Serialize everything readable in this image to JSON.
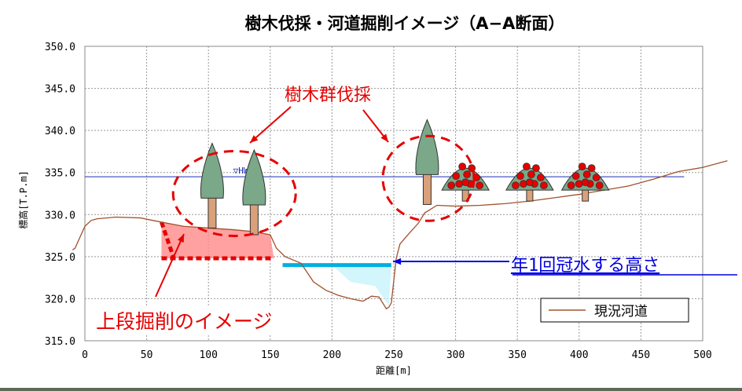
{
  "chart_data": {
    "type": "line",
    "title": "樹木伐採・河道掘削イメージ（A−A断面）",
    "xlabel": "距離[m]",
    "ylabel": "標高[T.P.m]",
    "xlim": [
      0,
      500
    ],
    "ylim": [
      315,
      350
    ],
    "x_ticks": [
      "0",
      "50",
      "100",
      "150",
      "200",
      "250",
      "300",
      "350",
      "400",
      "450",
      "500"
    ],
    "y_ticks": [
      "350.0",
      "345.0",
      "340.0",
      "335.0",
      "330.0",
      "325.0",
      "320.0",
      "315.0"
    ],
    "grid": true,
    "legend_position": "bottom-right",
    "series": [
      {
        "name": "現況河道",
        "color": "#a0522d",
        "x": [
          -10,
          -8,
          0,
          5,
          10,
          25,
          45,
          62,
          80,
          100,
          120,
          135,
          150,
          155,
          162,
          175,
          185,
          195,
          205,
          215,
          225,
          232,
          238,
          244,
          246,
          248,
          252,
          255,
          262,
          270,
          275,
          285,
          300,
          320,
          340,
          360,
          380,
          400,
          420,
          440,
          460,
          480,
          500,
          520
        ],
        "y": [
          325.8,
          326,
          328.6,
          329.3,
          329.5,
          329.7,
          329.6,
          329.1,
          328.6,
          328.4,
          328.2,
          328.0,
          327.6,
          326.0,
          325.0,
          324.2,
          322.0,
          321.0,
          320.4,
          320.0,
          319.7,
          320.3,
          320.2,
          318.8,
          319.0,
          319.5,
          324.8,
          326.5,
          327.7,
          329.0,
          330.2,
          331.1,
          331.0,
          331.1,
          331.3,
          331.6,
          332.0,
          332.4,
          332.9,
          333.4,
          334.2,
          335.1,
          335.6,
          336.4
        ]
      }
    ],
    "hwl": {
      "label": "▽HWL",
      "y": 334.5,
      "color": "#1a2db5"
    },
    "flood_level": {
      "y": 324.0,
      "x": [
        160,
        248
      ],
      "color": "#00b0e0"
    },
    "excavation_upper": {
      "y": 324.8,
      "x_start": 62,
      "x_end": 153
    },
    "trees_cut_left": [
      103,
      137
    ],
    "trees_cut_right": [
      277
    ],
    "fruit_trees": [
      308,
      360,
      405
    ],
    "annotations": {
      "tree_cut": "樹木群伐採",
      "upper_excavation": "上段掘削のイメージ",
      "flood_height": "年1回冠水する高さ"
    }
  },
  "colors": {
    "excavation": "#ff8a8a",
    "excavation_edge": "#e60000",
    "annotation_red": "#e60000",
    "annotation_blue": "#0000e0",
    "tree_green": "#7aa889",
    "trunk": "#d9a07a",
    "fruit": "#e60000"
  }
}
